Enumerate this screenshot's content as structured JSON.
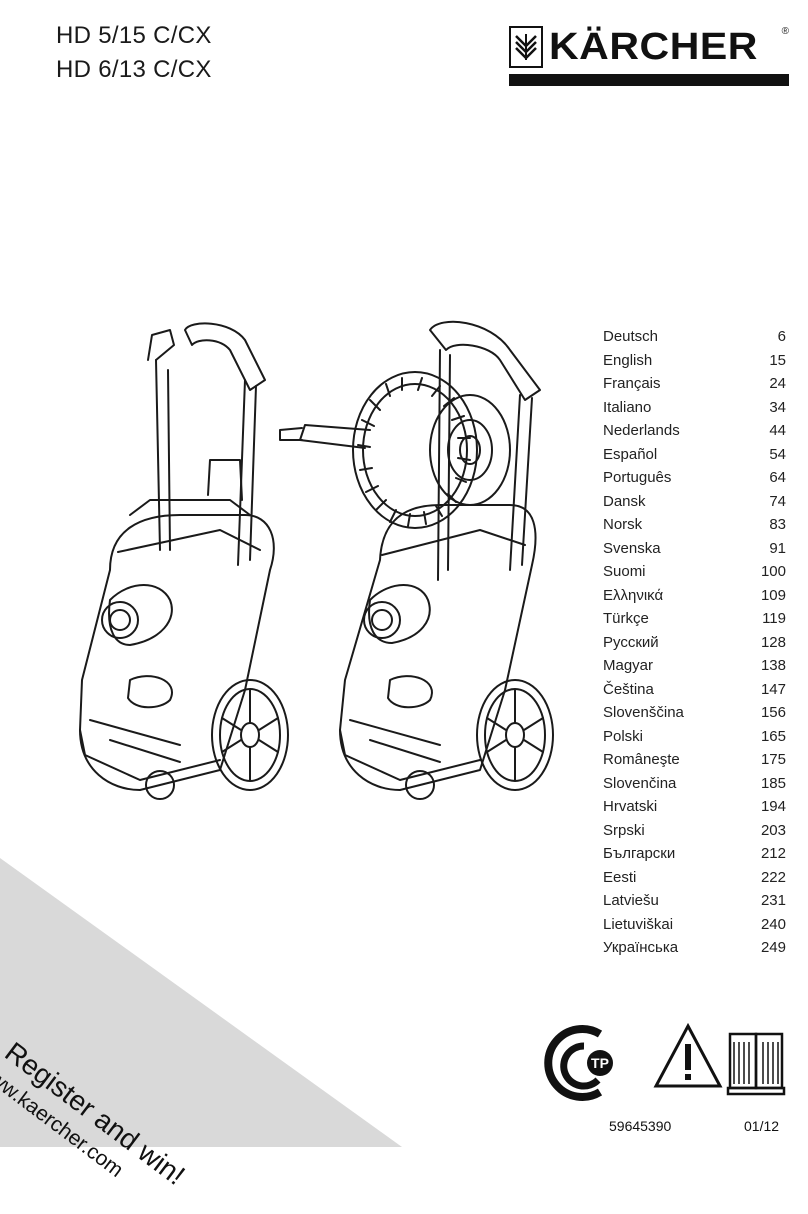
{
  "header": {
    "models": [
      "HD 5/15 C/CX",
      "HD 6/13 C/CX"
    ],
    "brand": "KÄRCHER",
    "brand_reg": "®"
  },
  "toc": [
    {
      "lang": "Deutsch",
      "page": "6"
    },
    {
      "lang": "English",
      "page": "15"
    },
    {
      "lang": "Français",
      "page": "24"
    },
    {
      "lang": "Italiano",
      "page": "34"
    },
    {
      "lang": "Nederlands",
      "page": "44"
    },
    {
      "lang": "Español",
      "page": "54"
    },
    {
      "lang": "Português",
      "page": "64"
    },
    {
      "lang": "Dansk",
      "page": "74"
    },
    {
      "lang": "Norsk",
      "page": "83"
    },
    {
      "lang": "Svenska",
      "page": "91"
    },
    {
      "lang": "Suomi",
      "page": "100"
    },
    {
      "lang": "Ελληνικά",
      "page": "109"
    },
    {
      "lang": "Türkçe",
      "page": "119"
    },
    {
      "lang": "Русский",
      "page": "128"
    },
    {
      "lang": "Magyar",
      "page": "138"
    },
    {
      "lang": "Čeština",
      "page": "147"
    },
    {
      "lang": "Slovenščina",
      "page": "156"
    },
    {
      "lang": "Polski",
      "page": "165"
    },
    {
      "lang": "Româneşte",
      "page": "175"
    },
    {
      "lang": "Slovenčina",
      "page": "185"
    },
    {
      "lang": "Hrvatski",
      "page": "194"
    },
    {
      "lang": "Srpski",
      "page": "203"
    },
    {
      "lang": "Български",
      "page": "212"
    },
    {
      "lang": "Eesti",
      "page": "222"
    },
    {
      "lang": "Latviešu",
      "page": "231"
    },
    {
      "lang": "Lietuviškai",
      "page": "240"
    },
    {
      "lang": "Українська",
      "page": "249"
    }
  ],
  "promo": {
    "title": "Register and win!",
    "url": "www.kaercher.com"
  },
  "footer": {
    "part_number": "59645390",
    "date": "01/12"
  },
  "colors": {
    "corner_gray": "#d9d9d9",
    "ink": "#111111"
  },
  "icons": [
    "karcher-logo-icon",
    "gost-cert-icon",
    "warning-triangle-icon",
    "manual-book-icon"
  ]
}
